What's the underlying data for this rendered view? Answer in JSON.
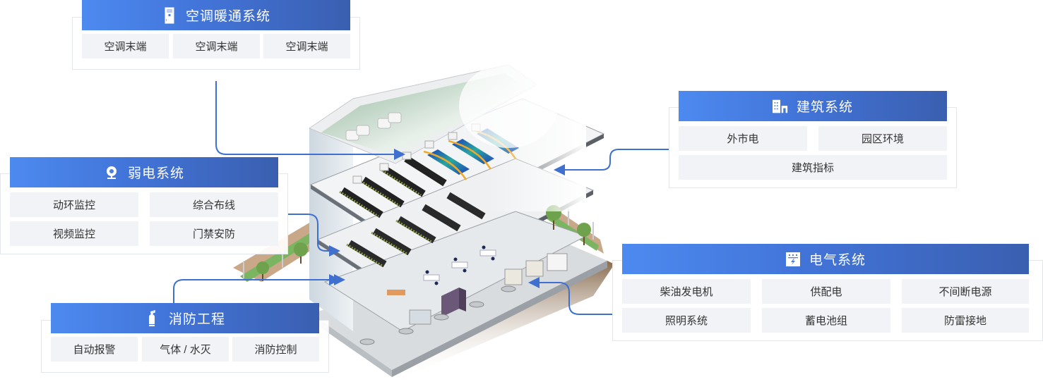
{
  "diagram": {
    "colors": {
      "accent_start": "#4d8af0",
      "accent_end": "#3a5fb0",
      "connector": "#3f6fcf",
      "cell_bg": "#f1f3f6",
      "frame_border": "#e3e6ea"
    },
    "center_image": "isometric-data-center-building"
  },
  "panels": {
    "hvac": {
      "title": "空调暖通系统",
      "icon": "air-conditioner-icon",
      "items": [
        "空调末端",
        "空调末端",
        "空调末端"
      ]
    },
    "weak_current": {
      "title": "弱电系统",
      "icon": "webcam-icon",
      "items": [
        "动环监控",
        "综合布线",
        "视频监控",
        "门禁安防"
      ]
    },
    "fire": {
      "title": "消防工程",
      "icon": "fire-extinguisher-icon",
      "items": [
        "自动报警",
        "气体 / 水灭",
        "消防控制"
      ]
    },
    "building": {
      "title": "建筑系统",
      "icon": "building-icon",
      "items": [
        "外市电",
        "园区环境",
        "建筑指标"
      ]
    },
    "electrical": {
      "title": "电气系统",
      "icon": "power-distribution-icon",
      "items": [
        "柴油发电机",
        "供配电",
        "不间断电源",
        "照明系统",
        "蓄电池组",
        "防雷接地"
      ]
    }
  }
}
